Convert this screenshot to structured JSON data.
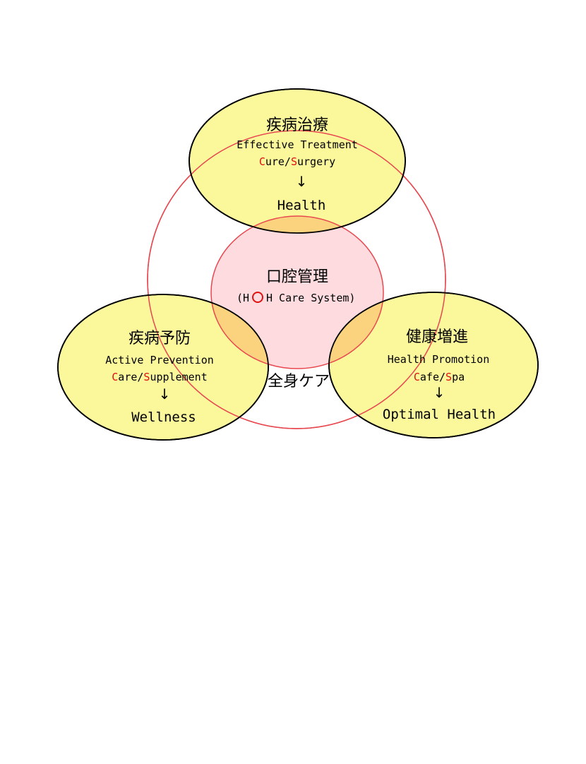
{
  "colors": {
    "yellow_fill": "#fbf89c",
    "overlap_fill": "#fbd27e",
    "pink_fill": "#fddbde",
    "red_stroke": "#e8474f",
    "accent_red": "#e01010"
  },
  "top": {
    "title": "疾病治療",
    "line1": "Effective Treatment",
    "line2_a1": "C",
    "line2_b1": "ure/",
    "line2_a2": "S",
    "line2_b2": "urgery",
    "arrow": "↓",
    "outcome": "Health"
  },
  "left": {
    "title": "疾病予防",
    "line1": "Active Prevention",
    "line2_a1": "C",
    "line2_b1": "are/",
    "line2_a2": "S",
    "line2_b2": "upplement",
    "arrow": "↓",
    "outcome": "Wellness"
  },
  "right": {
    "title": "健康増進",
    "line1": "Health Promotion",
    "line2_a1": "C",
    "line2_b1": "afe/",
    "line2_a2": "S",
    "line2_b2": "pa",
    "arrow": "↓",
    "outcome": "Optimal Health"
  },
  "center": {
    "title": "口腔管理",
    "sub_prefix": "(H",
    "sub_suffix": "H Care System)"
  },
  "whole_body_label": "全身ケア"
}
